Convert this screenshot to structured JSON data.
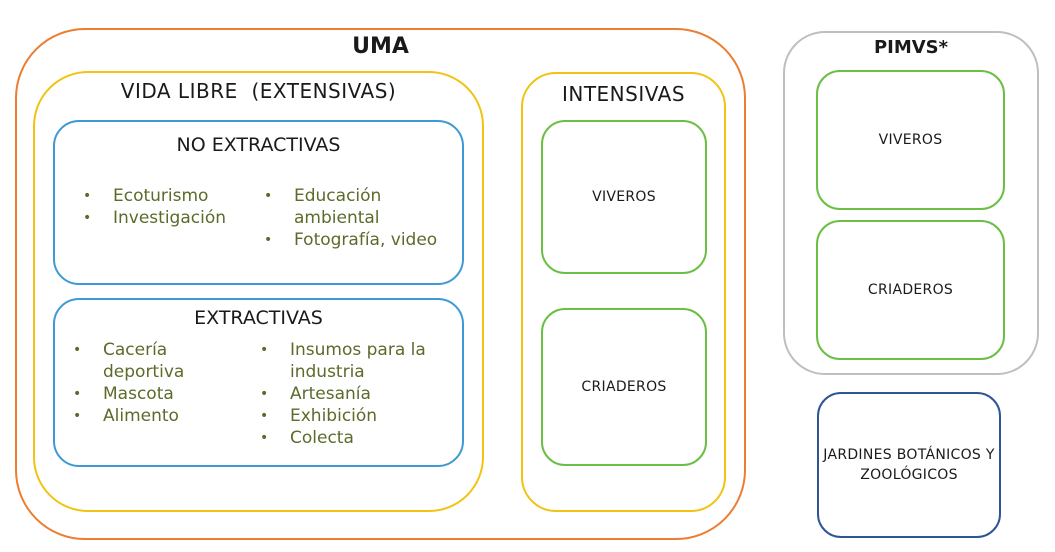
{
  "uma": {
    "title": "UMA",
    "vida_libre": {
      "title": "VIDA LIBRE  (EXTENSIVAS)",
      "no_extractivas": {
        "title": "NO EXTRACTIVAS",
        "left_items": [
          "Ecoturismo",
          "Investigación"
        ],
        "right_items": [
          "Educación ambiental",
          "Fotografía, video"
        ]
      },
      "extractivas": {
        "title": "EXTRACTIVAS",
        "left_items": [
          "Cacería deportiva",
          "Mascota",
          "Alimento"
        ],
        "right_items": [
          "Insumos para la industria",
          "Artesanía",
          "Exhibición",
          "Colecta"
        ]
      }
    },
    "intensivas": {
      "title": "INTENSIVAS",
      "viveros": "VIVEROS",
      "criaderos": "CRIADEROS"
    }
  },
  "pimvs": {
    "title": "PIMVS*",
    "viveros": "VIVEROS",
    "criaderos": "CRIADEROS"
  },
  "jardines": "JARDINES BOTÁNICOS Y ZOOLÓGICOS",
  "colors": {
    "uma_border": "#ED7D31",
    "yellow_border": "#F2C313",
    "blue_border": "#3E9AD4",
    "green_border": "#6CBE45",
    "gray_border": "#BFBFBF",
    "navy_border": "#2E5597",
    "bullet_text": "#5B6B2A"
  }
}
